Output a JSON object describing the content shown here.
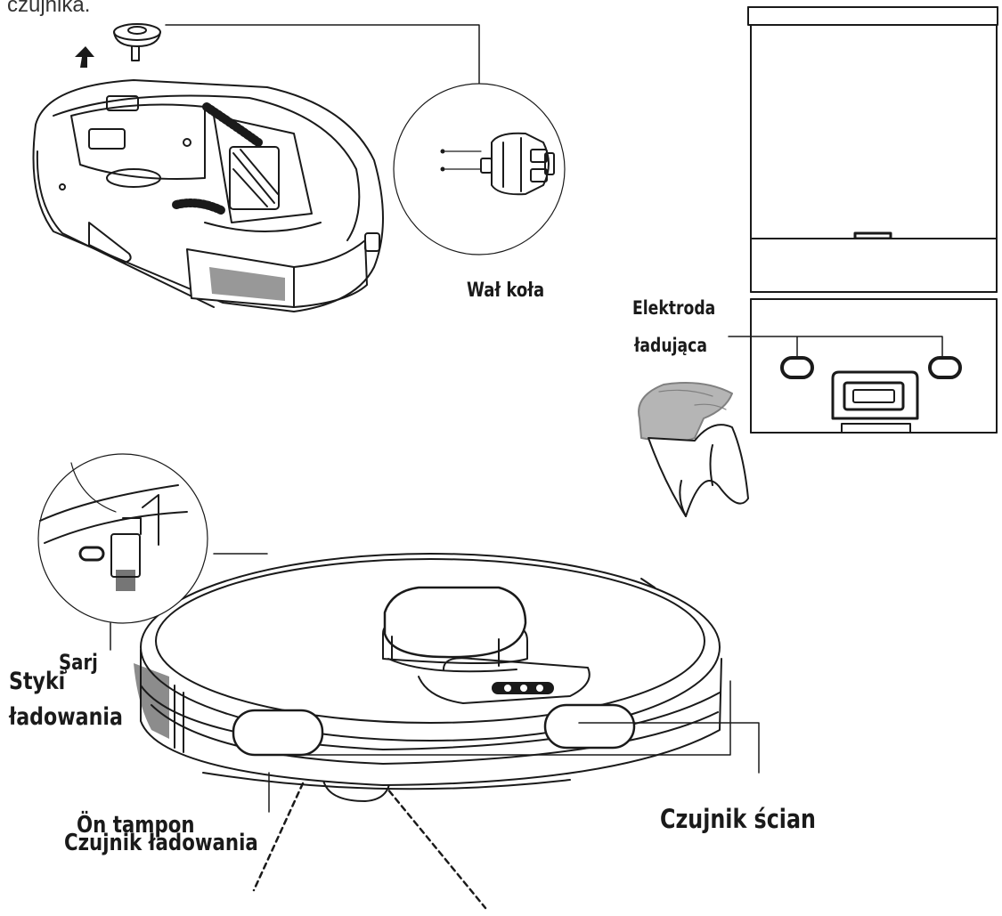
{
  "header": {
    "caption_fragment": "czujnika."
  },
  "labels": {
    "wheel_shaft": "Wał koła",
    "charging_electrode_line1": "Elektroda",
    "charging_electrode_line2": "ładująca",
    "sarj": "Şarj",
    "charging_contacts_line1": "Styki",
    "charging_contacts_line2": "ładowania",
    "front_bumper": "Ön tampon",
    "charging_sensor": "Czujnik ładowania",
    "wall_sensor": "Czujnik ścian"
  },
  "colors": {
    "line": "#1a1a1a",
    "cloth": "#b5b5b5"
  }
}
